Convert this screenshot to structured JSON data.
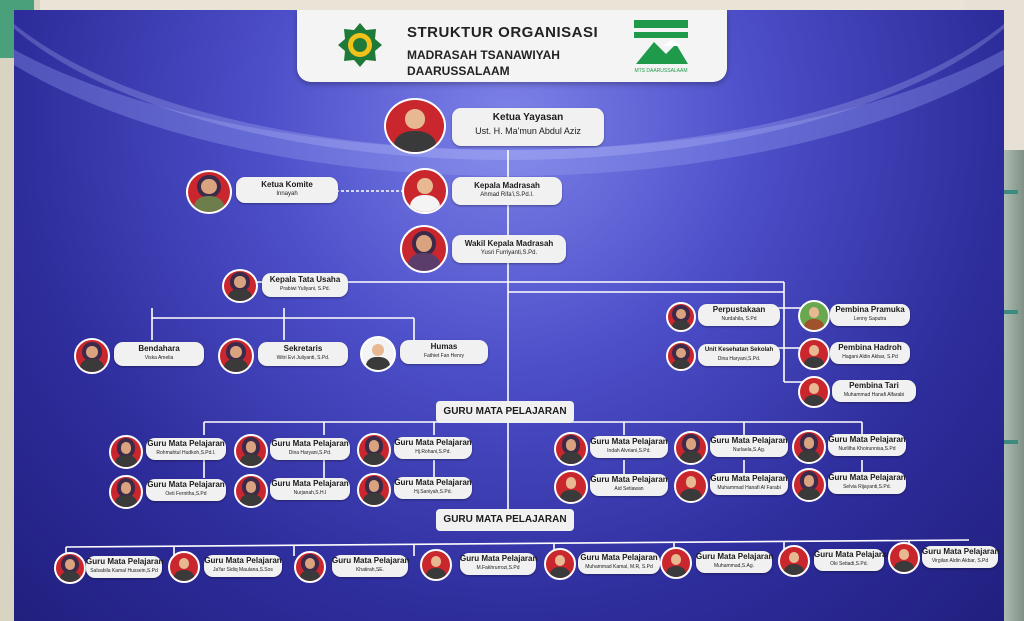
{
  "header": {
    "title": "STRUKTUR ORGANISASI",
    "subtitle_line1": "MADRASAH TSANAWIYAH",
    "subtitle_line2": "DAARUSSALAAM",
    "logo_text": "MTS DAARUSSALAAM"
  },
  "top": {
    "ketua_yayasan": {
      "role": "Ketua Yayasan",
      "name": "Ust. H. Ma'mun Abdul Aziz"
    },
    "ketua_komite": {
      "role": "Ketua Komite",
      "name": "Innayah"
    },
    "kepala_madrasah": {
      "role": "Kepala Madrasah",
      "name": "Ahmad Rifa'i,S.Pd.I."
    },
    "wakil_kepala": {
      "role": "Wakil Kepala Madrasah",
      "name": "Yusri Furriyanti,S.Pd."
    }
  },
  "tata_usaha": {
    "kepala": {
      "role": "Kepala Tata Usaha",
      "name": "Prabiwi Yuliyani, S.Pd."
    },
    "bendahara": {
      "role": "Bendahara",
      "name": "Viska Amelia"
    },
    "sekretaris": {
      "role": "Sekretaris",
      "name": "Witri Evi Juliyanti, S.Pd."
    },
    "humas": {
      "role": "Humas",
      "name": "Fathiet Fan Henry"
    }
  },
  "right_units": {
    "perpustakaan": {
      "role": "Perpustakaan",
      "name": "Nurdahila, S.Pd"
    },
    "uks": {
      "role": "Unit Kesehatan Sekolah",
      "name": "Dina Haryani,S.Pd."
    },
    "pramuka": {
      "role": "Pembina Pramuka",
      "name": "Lenny Saputra"
    },
    "hadroh": {
      "role": "Pembina Hadroh",
      "name": "Hagani Aldin Akbar, S.Pd"
    },
    "tari": {
      "role": "Pembina Tari",
      "name": "Muhammad Hanafi Alfarabi"
    }
  },
  "section1": "GURU MATA PELAJARAN",
  "section2": "GURU MATA PELAJARAN",
  "guru_role": "Guru Mata Pelajaran",
  "guru_a": [
    "Rohmahtul Hudkoh,S.Pd.I.",
    "Dina Haryani,S.Pd.",
    "Hj.Rohani,S.Pd.",
    "Oeti Fernitha,S.Pd",
    "Nurjanah,S.H.I",
    "Hj.Saniyah,S.Pd.",
    "Indah Alvriani,S.Pd.",
    "Nurlaela,S.Ag.",
    "Nurlilha Khoirunnisa,S.Pd",
    "Aid Setiawan",
    "Muhammad Hanafi Al Farabi",
    "Selvia Rijayanti,S.Pd."
  ],
  "guru_b": [
    "Salsabila Kamal Hussein,S.Pd",
    "Ja'far Sidiq Maulana,S.Sos",
    "Khatirah,SE.",
    "M.Fakhrurrozi,S.Pd",
    "Muhammad Kamal, M.R, S.Pd",
    "Muhammad,S.Ag.",
    "Oki Setiadi,S.Pd.",
    "Virgilan Aldin Akbar, S.Pd"
  ]
}
